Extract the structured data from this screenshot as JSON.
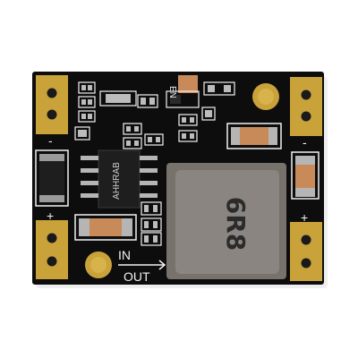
{
  "image": {
    "subject": "DC-DC buck converter module PCB",
    "colors": {
      "background": "#ffffff",
      "pcb": "#0d0d0d",
      "silkscreen": "#f2f2f2",
      "pad_gold": "#c9a23a",
      "hole_copper": "#1a1a1a",
      "inductor": "#8a8580",
      "capacitor": "#c98a5a",
      "ic_body": "#1e1e1e"
    }
  },
  "labels": {
    "en": "EN",
    "minus_top_left": "-",
    "minus_top_right": "-",
    "plus_bottom_left": "+",
    "plus_bottom_right": "+",
    "in": "IN",
    "out": "OUT",
    "ic_marking": "AHHRAB",
    "inductor_marking": "6R8"
  }
}
